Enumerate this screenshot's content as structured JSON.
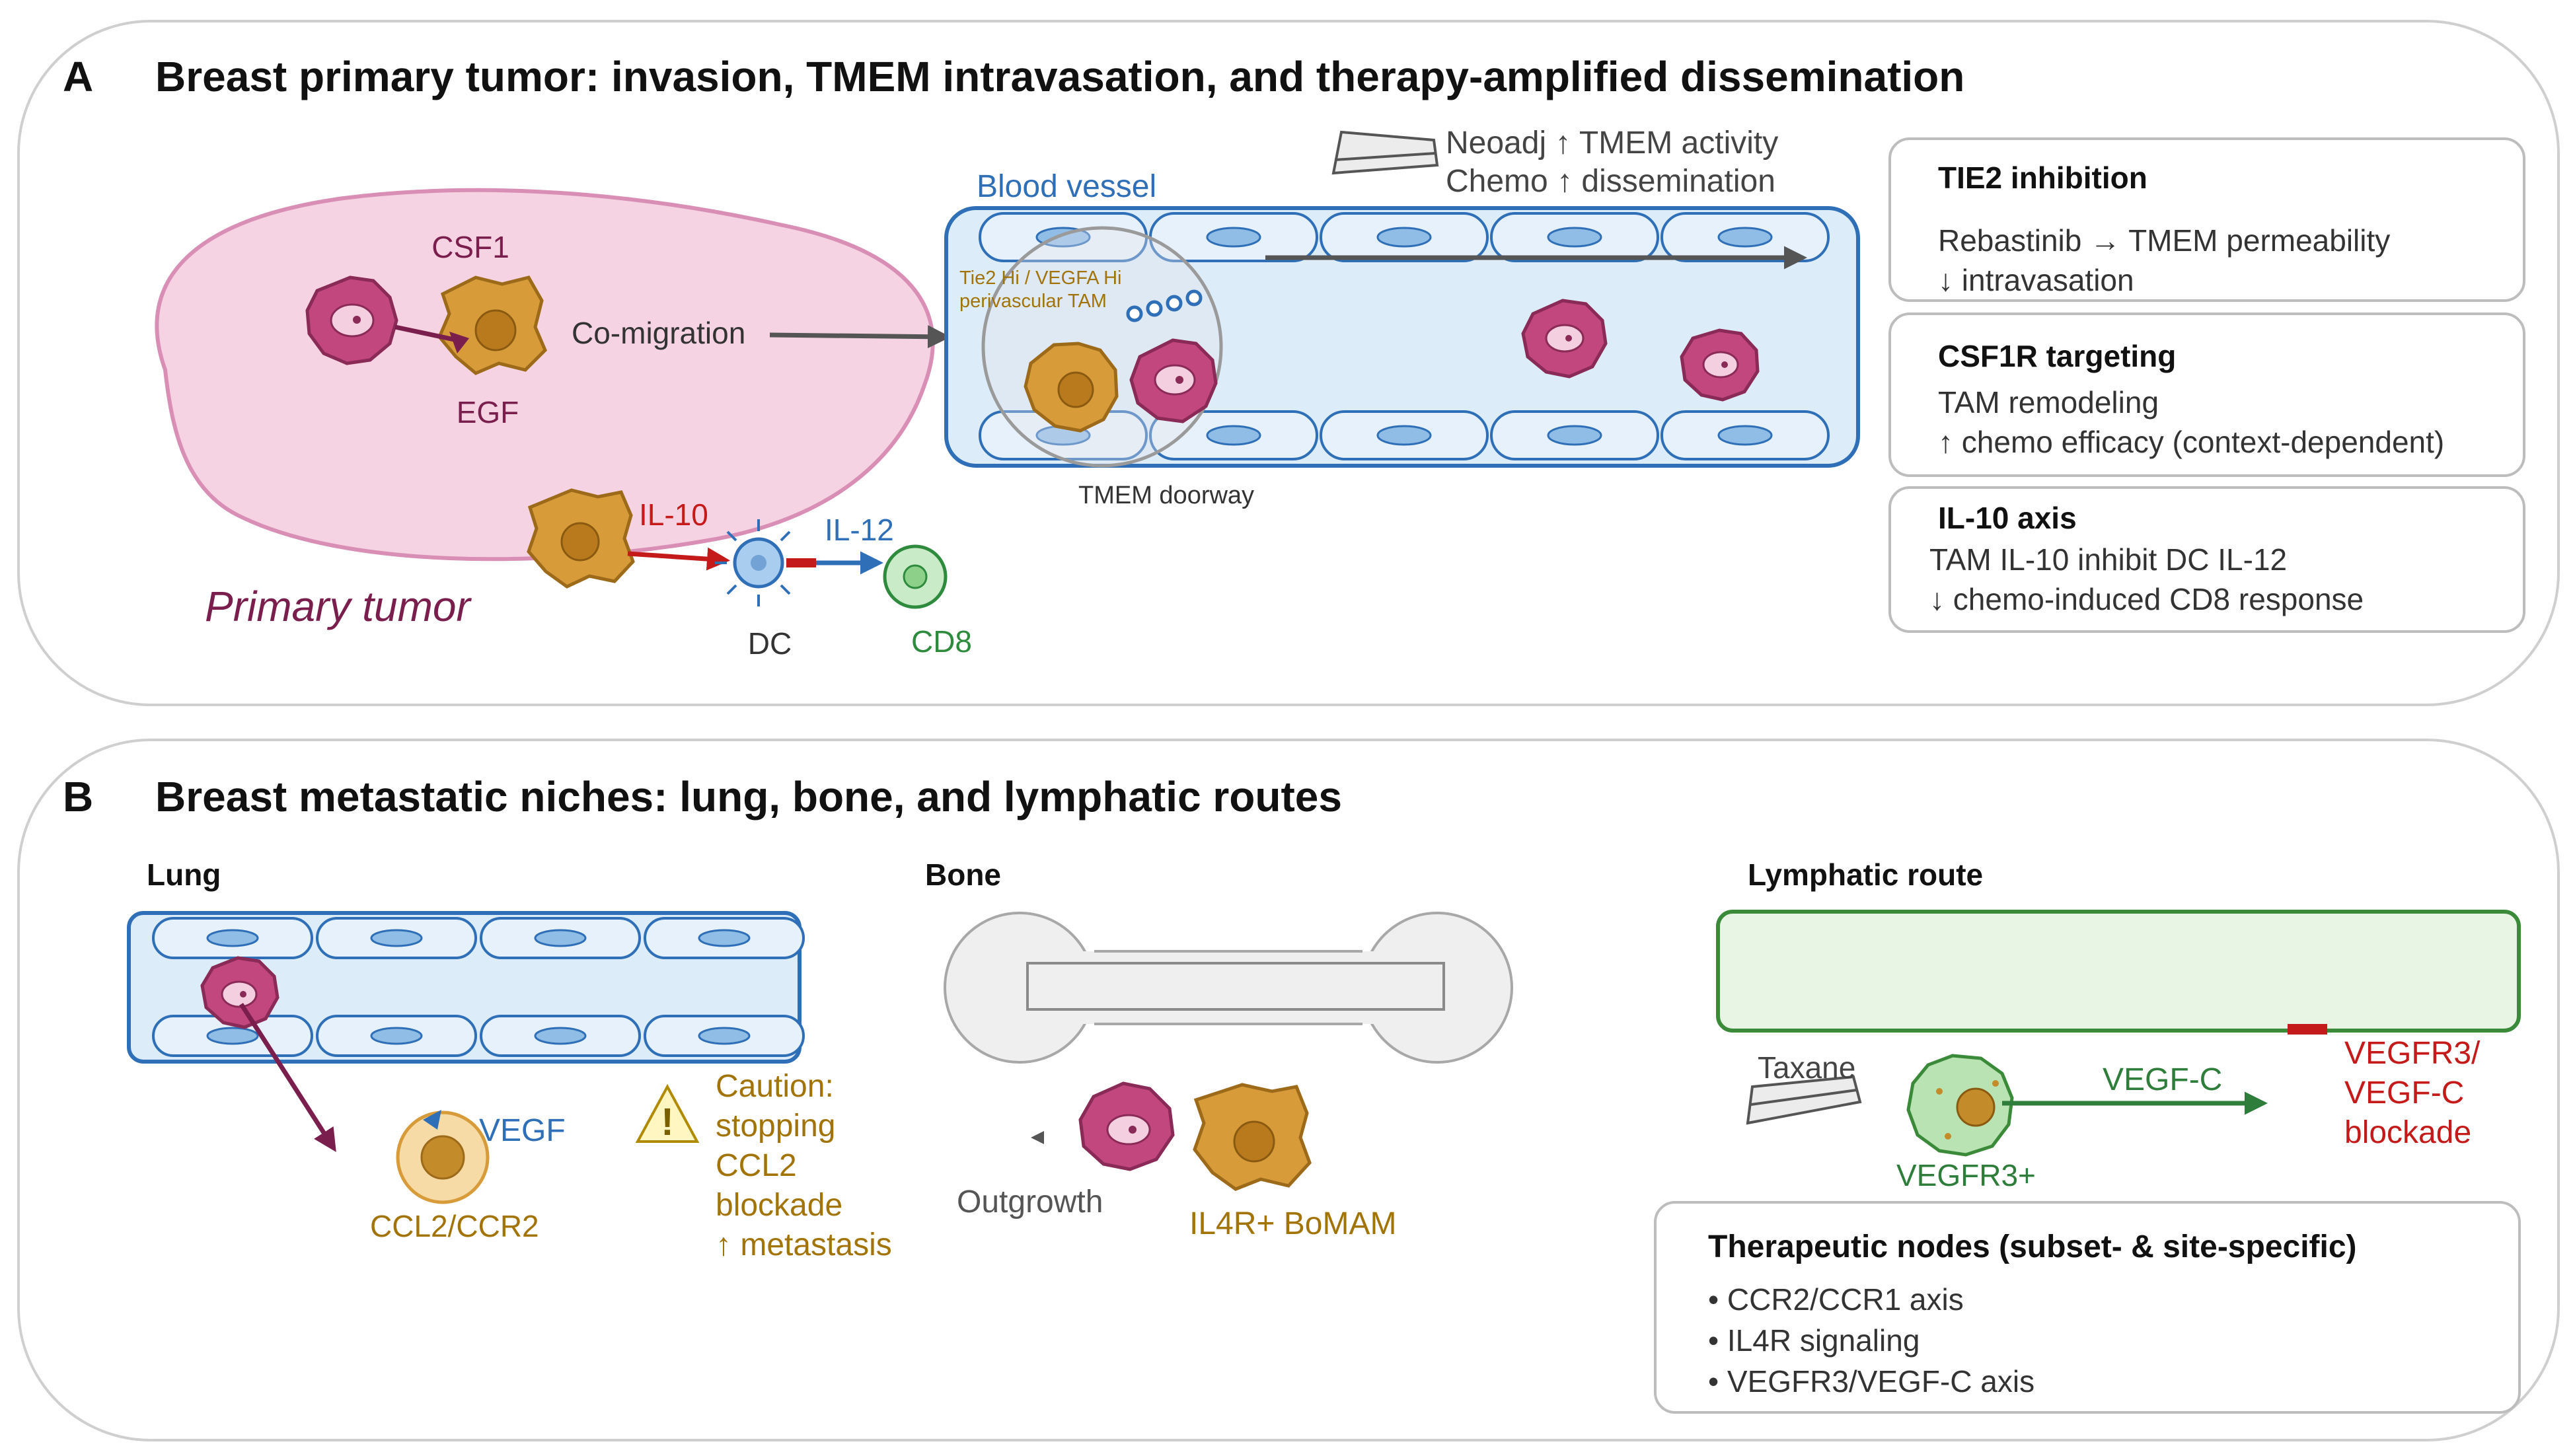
{
  "panel_a": {
    "letter": "A",
    "title": "Breast primary tumor: invasion, TMEM intravasation, and therapy-amplified dissemination",
    "csf1": "CSF1",
    "egf": "EGF",
    "co_migration": "Co-migration",
    "blood_vessel": "Blood vessel",
    "tam_label_line1": "Tie2 Hi / VEGFA Hi",
    "tam_label_line2": "perivascular TAM",
    "tmem_doorway": "TMEM doorway",
    "neoadj": "Neoadj ↑ TMEM activity",
    "chemo": "Chemo ↑ dissemination",
    "il10": "IL-10",
    "il12": "IL-12",
    "dc": "DC",
    "cd8": "CD8",
    "primary_tumor": "Primary tumor",
    "boxes": [
      {
        "title": "TIE2 inhibition",
        "line1": "Rebastinib → TMEM permeability",
        "line2": "↓ intravasation"
      },
      {
        "title": "CSF1R targeting",
        "line1": "TAM remodeling",
        "line2": "↑ chemo efficacy (context-dependent)"
      },
      {
        "title": "IL-10 axis",
        "line1": "TAM IL-10 inhibit  DC IL-12",
        "line2": "↓ chemo-induced CD8 response"
      }
    ]
  },
  "panel_b": {
    "letter": "B",
    "title": "Breast metastatic niches: lung, bone, and lymphatic routes",
    "lung": "Lung",
    "vegf": "VEGF",
    "ccl2_ccr2": "CCL2/CCR2",
    "caution": [
      "Caution:",
      "stopping",
      "CCL2",
      "blockade",
      "↑ metastasis"
    ],
    "bone": "Bone",
    "outgrowth": "Outgrowth",
    "il4r_bomam": "IL4R+ BoMAM",
    "lymphatic_route": "Lymphatic route",
    "taxane": "Taxane",
    "vegf_c": "VEGF-C",
    "vegfr3_plus": "VEGFR3+",
    "blockade": [
      "VEGFR3/",
      "VEGF-C",
      "blockade"
    ],
    "nodes_title": "Therapeutic nodes (subset- & site-specific)",
    "nodes": [
      "• CCR2/CCR1 axis",
      "• IL4R signaling",
      "• VEGFR3/VEGF-C axis"
    ]
  },
  "colors": {
    "tumor_cell": "#c2477f",
    "tam": "#d79b3a",
    "vessel_blue": "#2f6fb8",
    "vessel_fill": "#dcecf9",
    "cd8_green": "#2e8b3e",
    "il10_red": "#c41a1a",
    "tumor_area": "#f6d3e2",
    "gold_text": "#a27408"
  }
}
